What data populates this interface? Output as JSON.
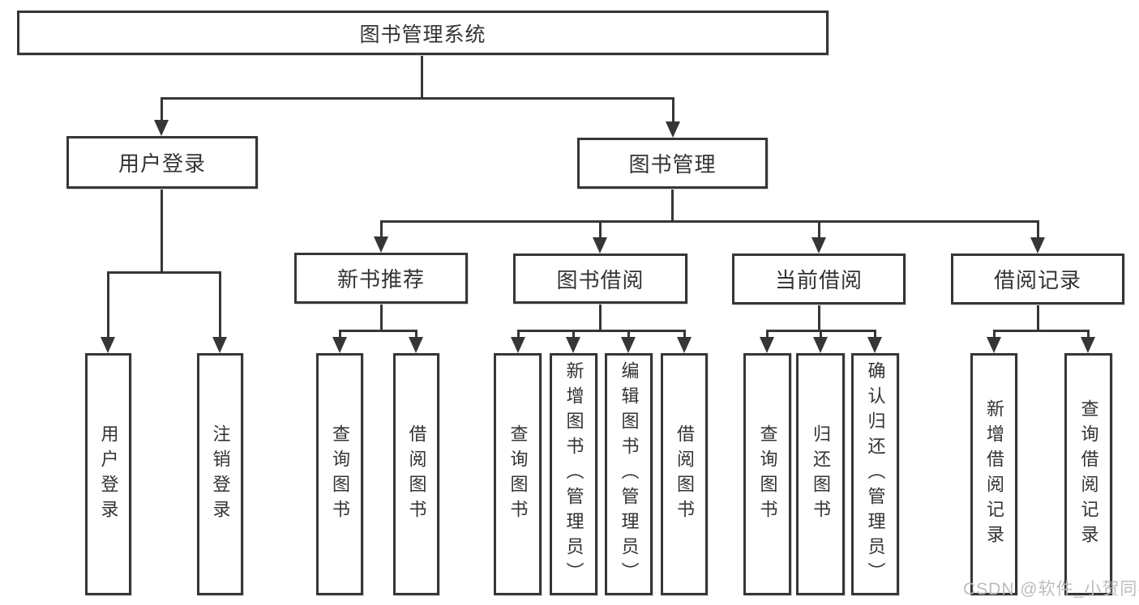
{
  "watermark": "CSDN @软件_小贺同学",
  "colors": {
    "line": "#363636",
    "text": "#333333",
    "watermark": "#bcbcbc",
    "background": "#ffffff"
  },
  "tree": {
    "root": "图书管理系统",
    "branches": [
      {
        "label": "用户登录",
        "children": [
          {
            "label": "用户登录"
          },
          {
            "label": "注销登录"
          }
        ]
      },
      {
        "label": "图书管理",
        "children": [
          {
            "label": "新书推荐",
            "children": [
              {
                "label": "查询图书"
              },
              {
                "label": "借阅图书"
              }
            ]
          },
          {
            "label": "图书借阅",
            "children": [
              {
                "label": "查询图书"
              },
              {
                "label": "新增图书（管理员）"
              },
              {
                "label": "编辑图书（管理员）"
              },
              {
                "label": "借阅图书"
              }
            ]
          },
          {
            "label": "当前借阅",
            "children": [
              {
                "label": "查询图书"
              },
              {
                "label": "归还图书"
              },
              {
                "label": "确认归还（管理员）"
              }
            ]
          },
          {
            "label": "借阅记录",
            "children": [
              {
                "label": "新增借阅记录"
              },
              {
                "label": "查询借阅记录"
              }
            ]
          }
        ]
      }
    ]
  }
}
